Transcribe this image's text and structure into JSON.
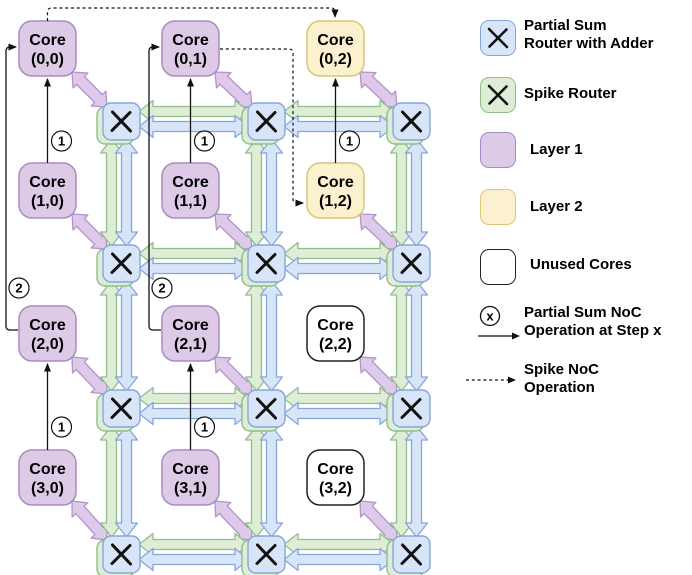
{
  "figure": {
    "grid": {
      "rows": 4,
      "cols": 3,
      "cores": [
        {
          "row": 0,
          "col": 0,
          "line1": "Core",
          "line2": "(0,0)",
          "layer": "layer1"
        },
        {
          "row": 0,
          "col": 1,
          "line1": "Core",
          "line2": "(0,1)",
          "layer": "layer1"
        },
        {
          "row": 0,
          "col": 2,
          "line1": "Core",
          "line2": "(0,2)",
          "layer": "layer2"
        },
        {
          "row": 1,
          "col": 0,
          "line1": "Core",
          "line2": "(1,0)",
          "layer": "layer1"
        },
        {
          "row": 1,
          "col": 1,
          "line1": "Core",
          "line2": "(1,1)",
          "layer": "layer1"
        },
        {
          "row": 1,
          "col": 2,
          "line1": "Core",
          "line2": "(1,2)",
          "layer": "layer2"
        },
        {
          "row": 2,
          "col": 0,
          "line1": "Core",
          "line2": "(2,0)",
          "layer": "layer1"
        },
        {
          "row": 2,
          "col": 1,
          "line1": "Core",
          "line2": "(2,1)",
          "layer": "layer1"
        },
        {
          "row": 2,
          "col": 2,
          "line1": "Core",
          "line2": "(2,2)",
          "layer": "unused"
        },
        {
          "row": 3,
          "col": 0,
          "line1": "Core",
          "line2": "(3,0)",
          "layer": "layer1"
        },
        {
          "row": 3,
          "col": 1,
          "line1": "Core",
          "line2": "(3,1)",
          "layer": "layer1"
        },
        {
          "row": 3,
          "col": 2,
          "line1": "Core",
          "line2": "(3,2)",
          "layer": "unused"
        }
      ],
      "router_symbol": "X"
    },
    "step_ops": [
      {
        "step": "1",
        "from": [
          1,
          0
        ],
        "to": [
          0,
          0
        ]
      },
      {
        "step": "1",
        "from": [
          1,
          1
        ],
        "to": [
          0,
          1
        ]
      },
      {
        "step": "1",
        "from": [
          1,
          2
        ],
        "to": [
          0,
          2
        ]
      },
      {
        "step": "1",
        "from": [
          3,
          0
        ],
        "to": [
          2,
          0
        ]
      },
      {
        "step": "1",
        "from": [
          3,
          1
        ],
        "to": [
          2,
          1
        ]
      },
      {
        "step": "2",
        "from": [
          2,
          0
        ],
        "to": [
          0,
          0
        ]
      },
      {
        "step": "2",
        "from": [
          2,
          1
        ],
        "to": [
          0,
          1
        ]
      }
    ],
    "spike_ops": [
      {
        "from": [
          0,
          0
        ],
        "to": [
          0,
          2
        ]
      },
      {
        "from": [
          0,
          1
        ],
        "to": [
          1,
          2
        ]
      }
    ]
  },
  "legend": {
    "items": [
      {
        "type": "router",
        "color_key": "psum",
        "label": "Partial Sum\nRouter with Adder"
      },
      {
        "type": "router",
        "color_key": "spike",
        "label": "Spike Router"
      },
      {
        "type": "box",
        "color_key": "layer1",
        "label": "Layer 1"
      },
      {
        "type": "box",
        "color_key": "layer2",
        "label": "Layer 2"
      },
      {
        "type": "box",
        "color_key": "unused",
        "label": "Unused Cores"
      },
      {
        "type": "step-op",
        "symbol": "x",
        "label": "Partial Sum NoC\nOperation at Step x"
      },
      {
        "type": "spike-op",
        "label": "Spike NoC\nOperation"
      }
    ]
  },
  "colors": {
    "psum_fill": "#d8e5f8",
    "psum_stroke": "#84a7d8",
    "spike_fill": "#dfedd7",
    "spike_stroke": "#90bd89",
    "layer1_fill": "#dccae6",
    "layer1_stroke": "#a98bc4",
    "layer2_fill": "#fbf1cf",
    "layer2_stroke": "#dec377",
    "unused_fill": "#ffffff",
    "unused_stroke": "#222222",
    "core_link_fill": "#dccae8",
    "core_link_stroke": "#b094cb",
    "ink": "#111111"
  }
}
